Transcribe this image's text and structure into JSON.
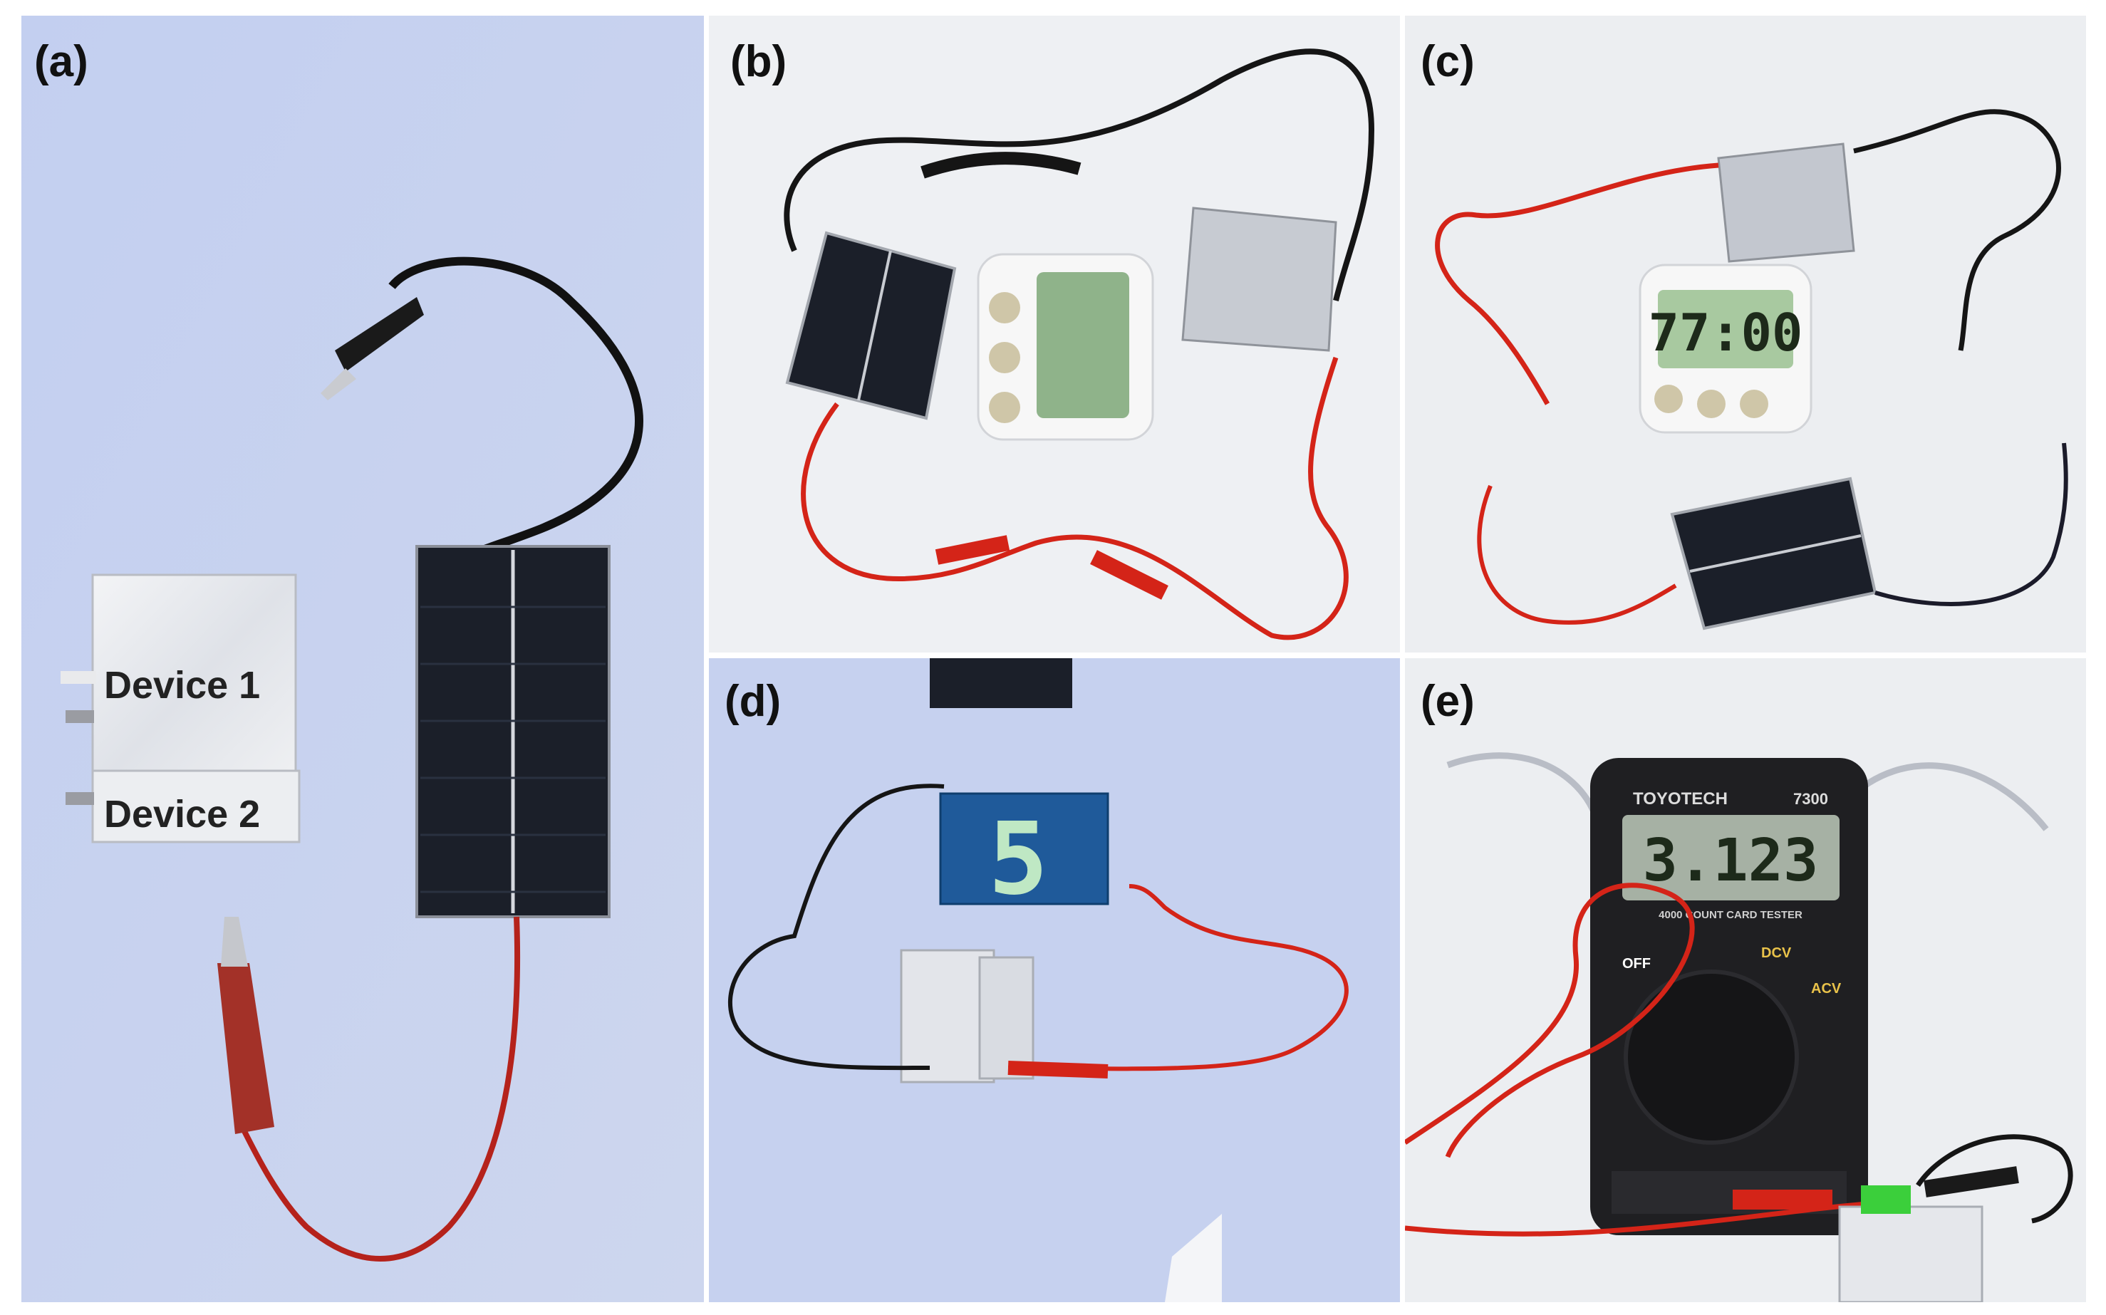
{
  "figure": {
    "panels": [
      {
        "id": "a",
        "label": "(a)"
      },
      {
        "id": "b",
        "label": "(b)"
      },
      {
        "id": "c",
        "label": "(c)"
      },
      {
        "id": "d",
        "label": "(d)"
      },
      {
        "id": "e",
        "label": "(e)"
      }
    ]
  },
  "panel_a": {
    "device_1_label": "Device 1",
    "device_2_label": "Device 2"
  },
  "panel_c": {
    "timer_display": "77:00"
  },
  "panel_d": {
    "led_digit": "5"
  },
  "panel_e": {
    "brand": "TOYOTECH",
    "model": "7300",
    "display": "3.123",
    "subtitle": "4000 COUNT CARD TESTER",
    "off_label": "OFF",
    "dcv_label": "DCV",
    "acv_label": "ACV"
  },
  "colors": {
    "background_blue": "#c9d4f0",
    "red_wire": "#c81e16",
    "black_wire": "#151515",
    "solar_cell": "#1a1f2a",
    "foil_pouch": "#e4e6ea",
    "lcd_green": "#a8c9a0"
  }
}
